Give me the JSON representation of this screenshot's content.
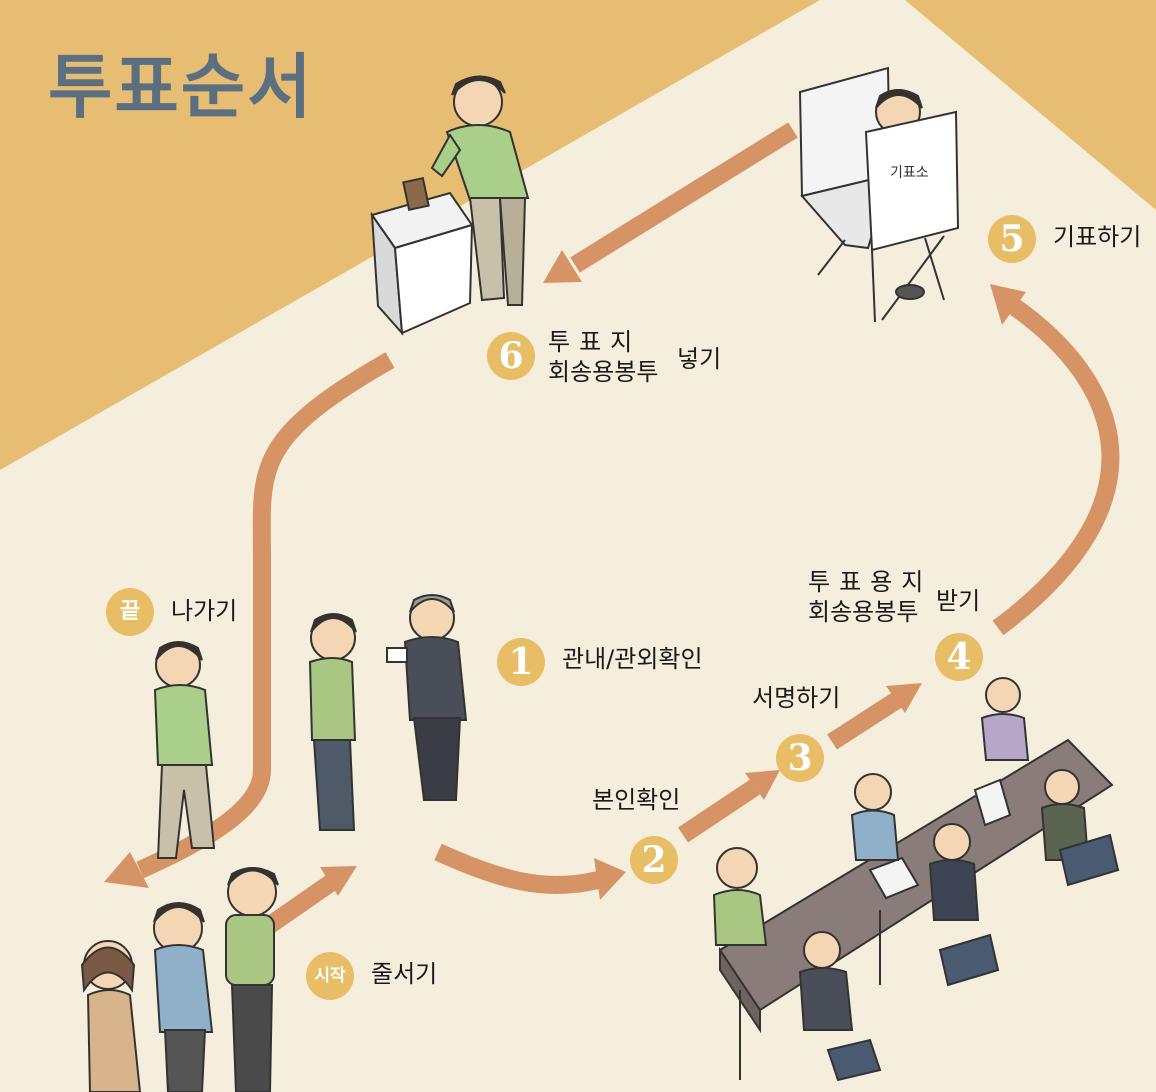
{
  "title": "투표순서",
  "booth_sign": "기표소",
  "steps": [
    {
      "badge": "1",
      "label": "관내/관외확인"
    },
    {
      "badge": "2",
      "label": "본인확인"
    },
    {
      "badge": "3",
      "label": "서명하기"
    },
    {
      "badge": "4",
      "label_line1": "투표용지",
      "label_line2": "회송용봉투",
      "label_suffix": "받기"
    },
    {
      "badge": "5",
      "label": "기표하기"
    },
    {
      "badge": "6",
      "label_line1": "투표지",
      "label_line2": "회송용봉투",
      "label_suffix": "넣기"
    }
  ],
  "start": {
    "badge": "시작",
    "label": "줄서기"
  },
  "end": {
    "badge": "끝",
    "label": "나가기"
  },
  "colors": {
    "background": "#f6eedd",
    "band": "#e6bd72",
    "arrow": "#d69466",
    "badge": "#e7bd66",
    "title": "#5b6f80"
  }
}
